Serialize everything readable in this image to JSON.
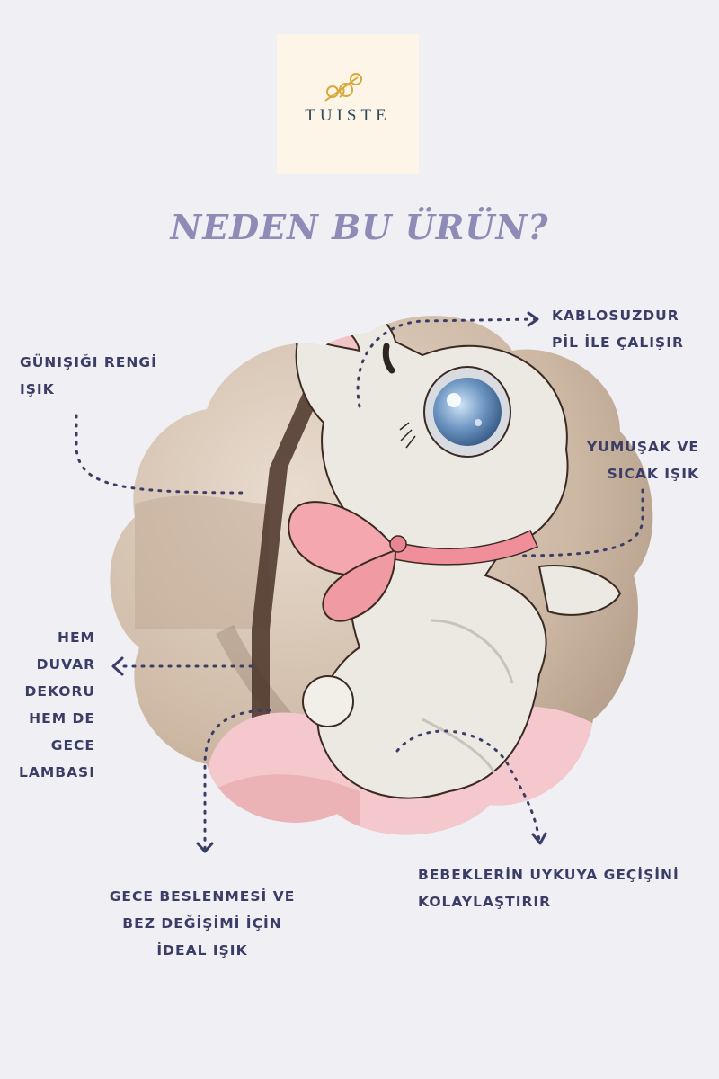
{
  "brand": {
    "name": "TUISTE"
  },
  "headline": "NEDEN BU ÜRÜN?",
  "features": {
    "wireless": "KABLOSUZDUR\nPİL İLE ÇALIŞIR",
    "daylight": "GÜNIŞIĞI RENGİ\nIŞIK",
    "soft_warm": "YUMUŞAK VE\nSICAK IŞIK",
    "decor": "HEM\nDUVAR\nDEKORU\nHEM DE\nGECE\nLAMBASI",
    "night_feeding": "GECE BESLENMESİ VE\nBEZ DEĞİŞİMİ İÇİN\nİDEAL IŞIK",
    "sleep_transition": "BEBEKLERİN UYKUYA GEÇİŞİNİ\nKOLAYLAŞTIRIR"
  },
  "colors": {
    "background": "#efeff4",
    "headline": "#8e8bb6",
    "label": "#3a3d66",
    "logo_box": "#fdf5e8",
    "logo_text": "#2d4a5c",
    "logo_mark": "#d8a93a"
  }
}
